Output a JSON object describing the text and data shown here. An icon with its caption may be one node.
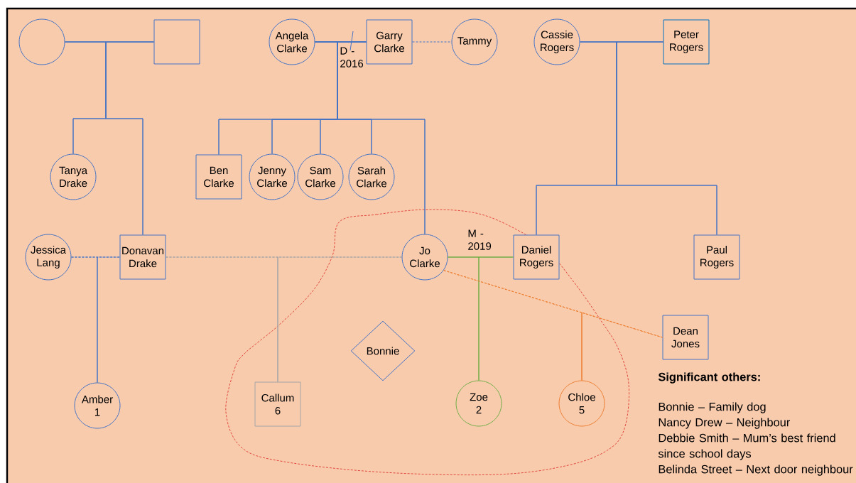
{
  "diagram": {
    "nodes": [
      {
        "text": [],
        "shape": "circle"
      },
      {
        "text": [],
        "shape": "box"
      },
      {
        "text": [
          "Angela Clarke"
        ]
      },
      {
        "text": [
          "Garry Clarke"
        ]
      },
      {
        "text": [
          "Tammy"
        ]
      },
      {
        "text": [
          "Cassie Rogers"
        ]
      },
      {
        "text": [
          "Peter Rogers"
        ]
      },
      {
        "text": [
          "Tanya Drake"
        ]
      },
      {
        "text": [
          "Ben Clarke"
        ]
      },
      {
        "text": [
          "Jenny Clarke"
        ]
      },
      {
        "text": [
          "Sam Clarke"
        ]
      },
      {
        "text": [
          "Sarah Clarke"
        ]
      },
      {
        "text": [
          "Jessica Lang"
        ]
      },
      {
        "text": [
          "Donavan Drake"
        ]
      },
      {
        "text": [
          "Jo Clarke"
        ]
      },
      {
        "text": [
          "Daniel Rogers"
        ]
      },
      {
        "text": [
          "Paul Rogers"
        ]
      },
      {
        "text": [
          "Dean Jones"
        ]
      },
      {
        "text": [
          "Bonnie"
        ]
      },
      {
        "text": [
          "Amber 1"
        ]
      },
      {
        "text": [
          "Callum 6"
        ]
      },
      {
        "text": [
          "Zoe 2"
        ]
      },
      {
        "text": [
          "Chloe 5"
        ]
      }
    ],
    "edges": [
      {
        "from": 0,
        "to": 1,
        "arrow": "none"
      },
      {
        "from": 2,
        "to": 3,
        "arrow": "none",
        "label": "D - 2016"
      },
      {
        "from": 3,
        "to": 4,
        "arrow": "none",
        "style": "dashed"
      },
      {
        "from": 5,
        "to": 6,
        "arrow": "none"
      },
      {
        "from": 12,
        "to": 13,
        "arrow": "none",
        "style": "dashed"
      },
      {
        "from": 13,
        "to": 14,
        "arrow": "none",
        "style": "dashed",
        "color": "#a5a5a5"
      },
      {
        "from": 14,
        "to": 15,
        "arrow": "none",
        "color": "#70ad47",
        "label": "M - 2019"
      },
      {
        "from": 14,
        "to": 17,
        "arrow": "none",
        "style": "dashed",
        "color": "#ed7d31"
      },
      {
        "from": 0,
        "to": 7,
        "arrow": "none"
      },
      {
        "from": 1,
        "to": 7,
        "arrow": "none"
      },
      {
        "from": 0,
        "to": 13,
        "arrow": "none"
      },
      {
        "from": 1,
        "to": 13,
        "arrow": "none"
      },
      {
        "from": 2,
        "to": 8,
        "arrow": "none"
      },
      {
        "from": 3,
        "to": 8,
        "arrow": "none"
      },
      {
        "from": 2,
        "to": 9,
        "arrow": "none"
      },
      {
        "from": 3,
        "to": 9,
        "arrow": "none"
      },
      {
        "from": 2,
        "to": 10,
        "arrow": "none"
      },
      {
        "from": 3,
        "to": 10,
        "arrow": "none"
      },
      {
        "from": 2,
        "to": 11,
        "arrow": "none"
      },
      {
        "from": 3,
        "to": 11,
        "arrow": "none"
      },
      {
        "from": 2,
        "to": 14,
        "arrow": "none"
      },
      {
        "from": 3,
        "to": 14,
        "arrow": "none"
      },
      {
        "from": 5,
        "to": 15,
        "arrow": "none"
      },
      {
        "from": 6,
        "to": 15,
        "arrow": "none"
      },
      {
        "from": 5,
        "to": 16,
        "arrow": "none"
      },
      {
        "from": 6,
        "to": 16,
        "arrow": "none"
      },
      {
        "from": 12,
        "to": 19,
        "arrow": "none",
        "style": "dashed"
      },
      {
        "from": 13,
        "to": 19,
        "arrow": "none",
        "style": "dashed"
      },
      {
        "from": 13,
        "to": 20,
        "arrow": "none",
        "style": "dashed",
        "color": "#a5a5a5"
      },
      {
        "from": 14,
        "to": 20,
        "arrow": "none",
        "style": "dashed",
        "color": "#a5a5a5"
      },
      {
        "from": 14,
        "to": 21,
        "arrow": "none",
        "color": "#70ad47"
      },
      {
        "from": 15,
        "to": 21,
        "arrow": "none",
        "color": "#70ad47"
      },
      {
        "from": 14,
        "to": 22,
        "arrow": "none",
        "style": "dashed",
        "color": "#ed7d31"
      },
      {
        "from": 17,
        "to": 22,
        "arrow": "none",
        "style": "dashed",
        "color": "#ed7d31"
      }
    ],
    "labels": [
      "Significant others:",
      "Bonnie – Family dog",
      "Nancy Drew – Neighbour",
      "Debbie Smith – Mum’s best friend since school days",
      "Belinda Street – Next door neighbour"
    ]
  }
}
